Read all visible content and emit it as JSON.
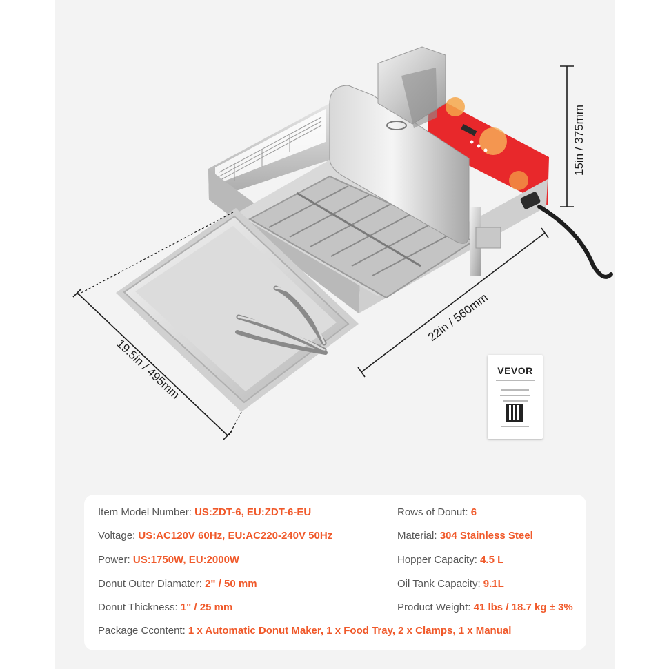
{
  "dimensions": {
    "height": "15in / 375mm",
    "length": "22in / 560mm",
    "width": "19.5in / 495mm"
  },
  "manual": {
    "brand": "VEVOR"
  },
  "specs": {
    "left": [
      {
        "label": "Item Model Number:",
        "value": "US:ZDT-6, EU:ZDT-6-EU"
      },
      {
        "label": "Voltage:",
        "value": "US:AC120V 60Hz, EU:AC220-240V 50Hz"
      },
      {
        "label": "Power:",
        "value": "US:1750W, EU:2000W"
      },
      {
        "label": "Donut Outer Diamater:",
        "value": "2\" / 50 mm"
      },
      {
        "label": "Donut Thickness:",
        "value": "1\" / 25 mm"
      }
    ],
    "right": [
      {
        "label": "Rows of Donut:",
        "value": "6"
      },
      {
        "label": "Material:",
        "value": "304 Stainless Steel"
      },
      {
        "label": "Hopper Capacity:",
        "value": "4.5 L"
      },
      {
        "label": "Oil Tank Capacity:",
        "value": "9.1L"
      },
      {
        "label": "Product Weight:",
        "value": "41 lbs / 18.7 kg ± 3%"
      }
    ],
    "package": {
      "label": "Package Ccontent:",
      "value": "1 x Automatic Donut Maker, 1 x Food Tray, 2 x Clamps, 1 x Manual"
    }
  },
  "colors": {
    "accent": "#f0592a",
    "label": "#555555",
    "panel": "#ffffff",
    "background": "#f3f3f3",
    "control_panel": "#e8282b"
  }
}
